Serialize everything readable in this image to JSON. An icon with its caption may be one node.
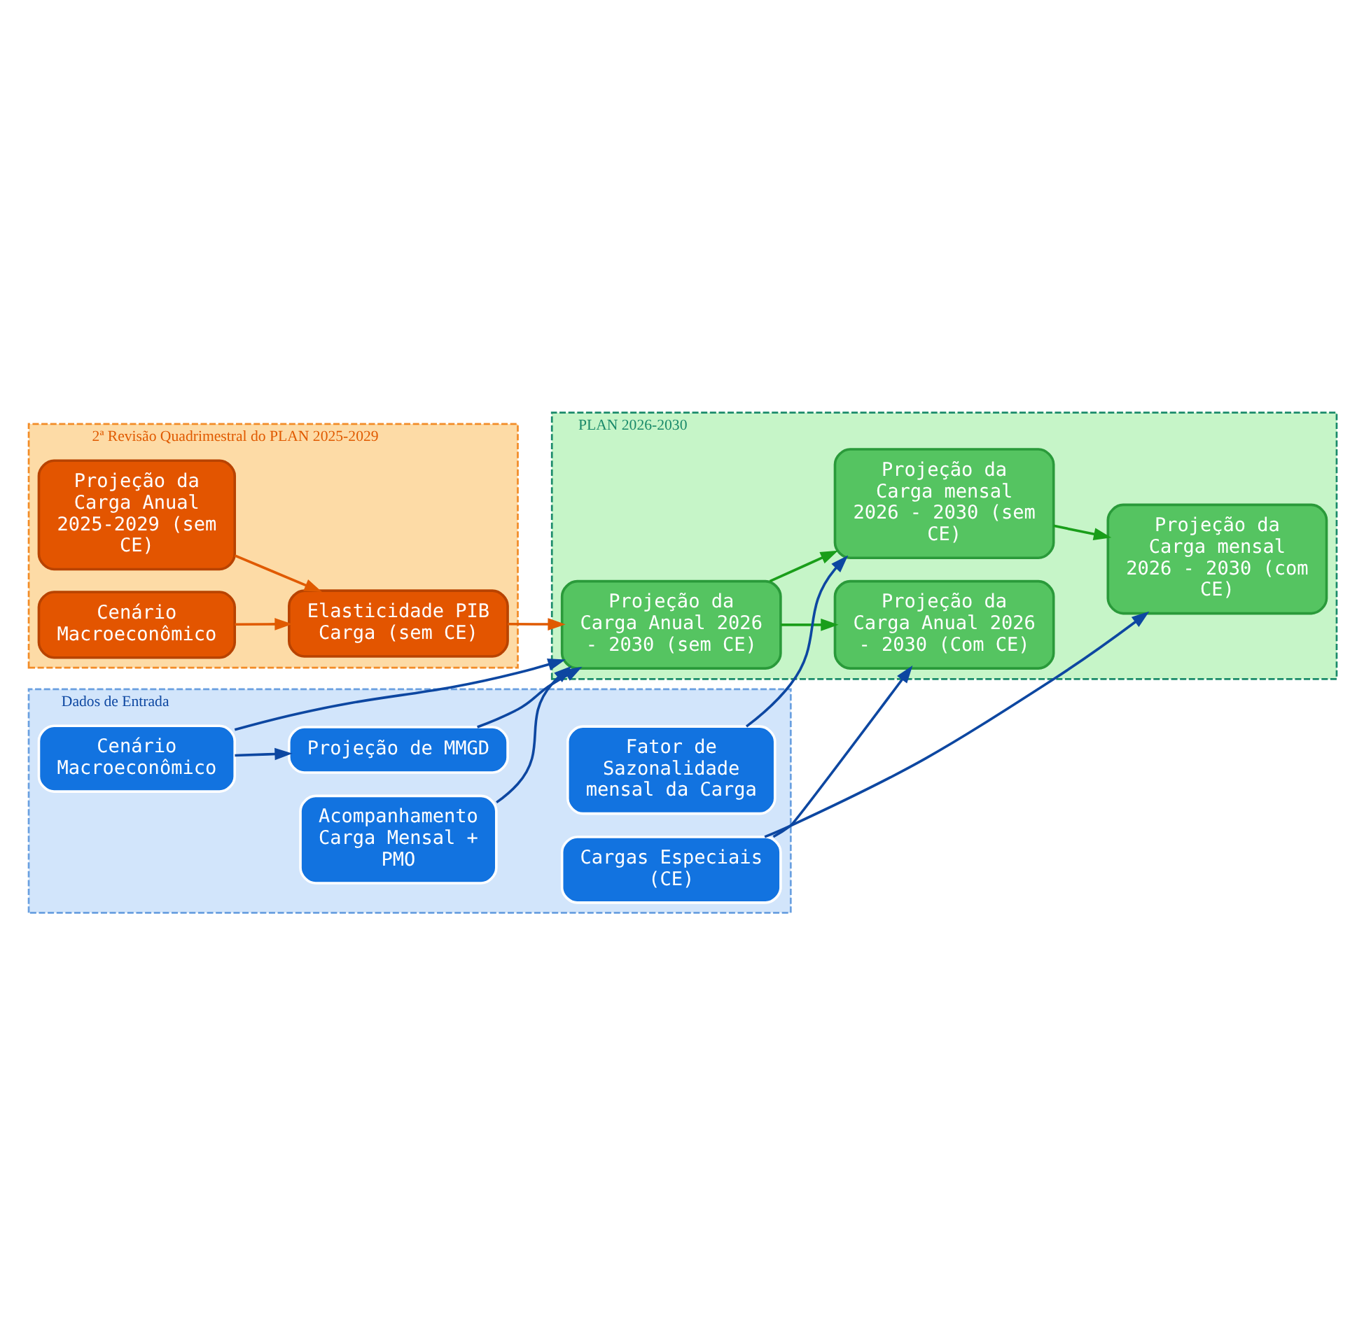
{
  "diagram": {
    "nodes": [
      {
        "text": [
          "2ª Revisão Quadrimestral do PLAN 2025-2029"
        ]
      },
      {
        "text": [
          "Projeção da Carga Anual 2025-2029 (sem CE)"
        ],
        "in": 0
      },
      {
        "text": [
          "Cenário Macroeconômico"
        ],
        "in": 0
      },
      {
        "text": [
          "Elasticidade PIB Carga (sem CE)"
        ],
        "in": 0
      },
      {
        "text": [
          "PLAN 2026-2030"
        ]
      },
      {
        "text": [
          "Projeção da Carga Anual 2026 - 2030 (sem CE)"
        ],
        "in": 4
      },
      {
        "text": [
          "Projeção da Carga mensal 2026 - 2030 (sem CE)"
        ],
        "in": 4
      },
      {
        "text": [
          "Projeção da Carga Anual 2026 - 2030 (Com CE)"
        ],
        "in": 4
      },
      {
        "text": [
          "Projeção da Carga mensal 2026 - 2030 (com CE)"
        ],
        "in": 4
      },
      {
        "text": [
          "Dados de Entrada"
        ]
      },
      {
        "text": [
          "Cenário Macroeconômico"
        ],
        "in": 9
      },
      {
        "text": [
          "Projeção de MMGD"
        ],
        "in": 9
      },
      {
        "text": [
          "Acompanhamento Carga Mensal + PMO"
        ],
        "in": 9
      },
      {
        "text": [
          "Fator de Sazonalidade mensal da Carga"
        ],
        "in": 9
      },
      {
        "text": [
          "Cargas Especiais (CE)"
        ],
        "in": 9
      }
    ],
    "edges": [
      {
        "from": 1,
        "to": 3,
        "arrow": "to",
        "color": "#e05a00"
      },
      {
        "from": 2,
        "to": 3,
        "arrow": "to",
        "color": "#e05a00"
      },
      {
        "from": 3,
        "to": 5,
        "arrow": "to",
        "color": "#e05a00"
      },
      {
        "from": 10,
        "to": 5,
        "arrow": "to"
      },
      {
        "from": 10,
        "to": 11,
        "arrow": "to"
      },
      {
        "from": 11,
        "to": 5,
        "arrow": "to"
      },
      {
        "from": 12,
        "to": 5,
        "arrow": "to"
      },
      {
        "from": 13,
        "to": 6,
        "arrow": "to"
      },
      {
        "from": 14,
        "to": 7,
        "arrow": "to"
      },
      {
        "from": 14,
        "to": 8,
        "arrow": "to"
      },
      {
        "from": 5,
        "to": 6,
        "arrow": "to",
        "color": "#1a9e1a"
      },
      {
        "from": 5,
        "to": 7,
        "arrow": "to",
        "color": "#1a9e1a"
      },
      {
        "from": 6,
        "to": 8,
        "arrow": "to",
        "color": "#1a9e1a"
      }
    ]
  }
}
